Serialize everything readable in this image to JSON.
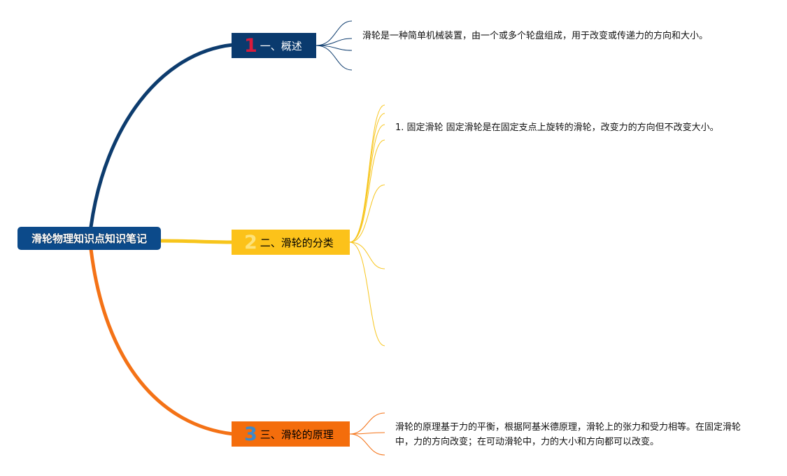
{
  "root": {
    "label": "滑轮物理知识点知识笔记"
  },
  "topics": [
    {
      "number": "1",
      "label": "一、概述",
      "color": "#0a3a6e",
      "number_color": "#d81b3c",
      "line_color": "#0d3c6e",
      "notes": [
        "滑轮是一种简单机械装置，由一个或多个轮盘组成，用于改变或传递力的方向和大小。"
      ]
    },
    {
      "number": "2",
      "label": "二、滑轮的分类",
      "color": "#fcc21a",
      "number_color": "#fde27a",
      "line_color": "#f7c51c",
      "notes": [
        "1. 固定滑轮 固定滑轮是在固定支点上旋转的滑轮，改变力的方向但不改变大小。"
      ]
    },
    {
      "number": "3",
      "label": "三、滑轮的原理",
      "color": "#f46d0c",
      "number_color": "#3d89c9",
      "line_color": "#f47216",
      "notes": [
        "滑轮的原理基于力的平衡，根据阿基米德原理，滑轮上的张力和受力相等。在固定滑轮中，力的方向改变；在可动滑轮中，力的大小和方向都可以改变。"
      ]
    }
  ]
}
